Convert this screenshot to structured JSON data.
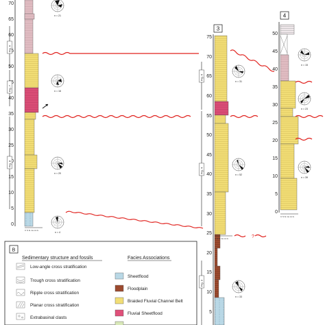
{
  "columns": [
    {
      "id": "1",
      "ticks": [
        "70",
        "65",
        "60",
        "55",
        "50",
        "45",
        "40",
        "35",
        "30",
        "25",
        "20",
        "15",
        "10",
        "5",
        "0"
      ],
      "fig_tags": [
        "Fig. 6",
        "Fig. 7",
        "Fig. 8"
      ],
      "rose_counts": [
        "n = 21",
        "n = 16",
        "n = 20",
        "n = 4"
      ]
    },
    {
      "id": "3",
      "label": "3",
      "ticks": [
        "75",
        "70",
        "65",
        "60",
        "55",
        "50",
        "45",
        "40",
        "35",
        "30",
        "25",
        "20",
        "15",
        "10",
        "5"
      ],
      "fig_tags": [
        "Fig. 6",
        "Fig. 4",
        "Fig. 3"
      ],
      "rose_counts": [
        "n = 31",
        "n = 52",
        "n = 33"
      ]
    },
    {
      "id": "4",
      "label": "4",
      "ticks": [
        "50",
        "45",
        "40",
        "35",
        "30",
        "25",
        "20",
        "15",
        "10",
        "5",
        "0"
      ],
      "rose_counts": [
        "n = 15",
        "n = 23",
        "n = 39"
      ]
    }
  ],
  "grain_scale": "C S fs ms cs G",
  "uncertain_mark": "?",
  "legend": {
    "box_label": "B",
    "structures_title": "Sedimentary structure and fossils",
    "structures": [
      "Low-angle cross stratification",
      "Trough cross stratification",
      "Ripple cross stratification",
      "Planar cross stratification",
      "Extrabasinal clasts"
    ],
    "facies_title": "Facies Associations",
    "facies": [
      {
        "label": "Sheetflood",
        "color": "#b9d8e6"
      },
      {
        "label": "Floodplain",
        "color": "#9c4a2e"
      },
      {
        "label": "Braided Fluvial Channel Belt",
        "color": "#f2de76"
      },
      {
        "label": "Fluvial Sheetflood",
        "color": "#e0507a"
      }
    ]
  },
  "colors": {
    "channel_belt": "#f2de76",
    "fluvial_sheetflood": "#e0507a",
    "sheetflood": "#b9d8e6",
    "floodplain": "#9c4a2e",
    "mudstone_pink": "#e6c2c8",
    "correlation_line": "#e0201c"
  }
}
